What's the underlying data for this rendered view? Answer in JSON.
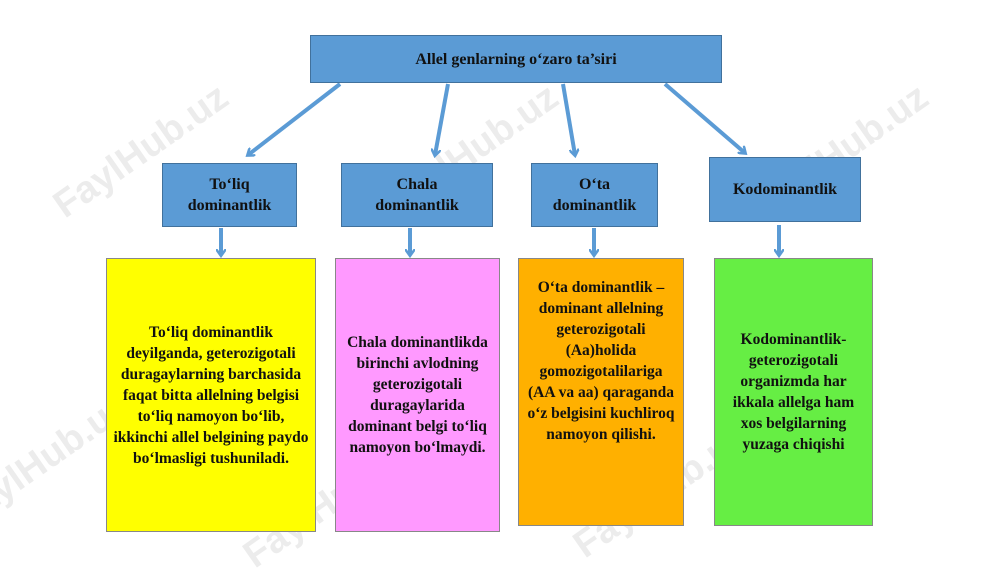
{
  "title": "Allel genlarning o‘zaro ta’siri",
  "categories": [
    {
      "label": "To‘liq\ndominantlik",
      "description": "To‘liq dominantlik deyilganda, geterozigotali duragaylarning barchasida faqat bitta allelning belgisi to‘liq namoyon bo‘lib, ikkinchi allel belgining paydo bo‘lmasligi tushuniladi.",
      "color": "#ffff00"
    },
    {
      "label": "Chala\ndominantlik",
      "description": "Chala dominantlikda birinchi avlodning geterozigotali duragaylarida dominant belgi to‘liq namoyon bo‘lmaydi.",
      "color": "#ff99ff"
    },
    {
      "label": "O‘ta\ndominantlik",
      "description": "O‘ta dominantlik – dominant allelning geterozigotali (Aa)holida gomozigotalilariga (AA va aa) qaraganda o‘z belgisini kuchliroq namoyon qilishi.",
      "color": "#ffb000"
    },
    {
      "label": "Kodominantlik",
      "description": "Kodominantlik-geterozigotali organizmda har ikkala allelga ham xos belgilarning yuzaga chiqishi",
      "color": "#66ee44"
    }
  ],
  "watermark": "FaylHub.uz",
  "colors": {
    "header": "#5b9bd5",
    "arrow": "#5b9bd5"
  }
}
